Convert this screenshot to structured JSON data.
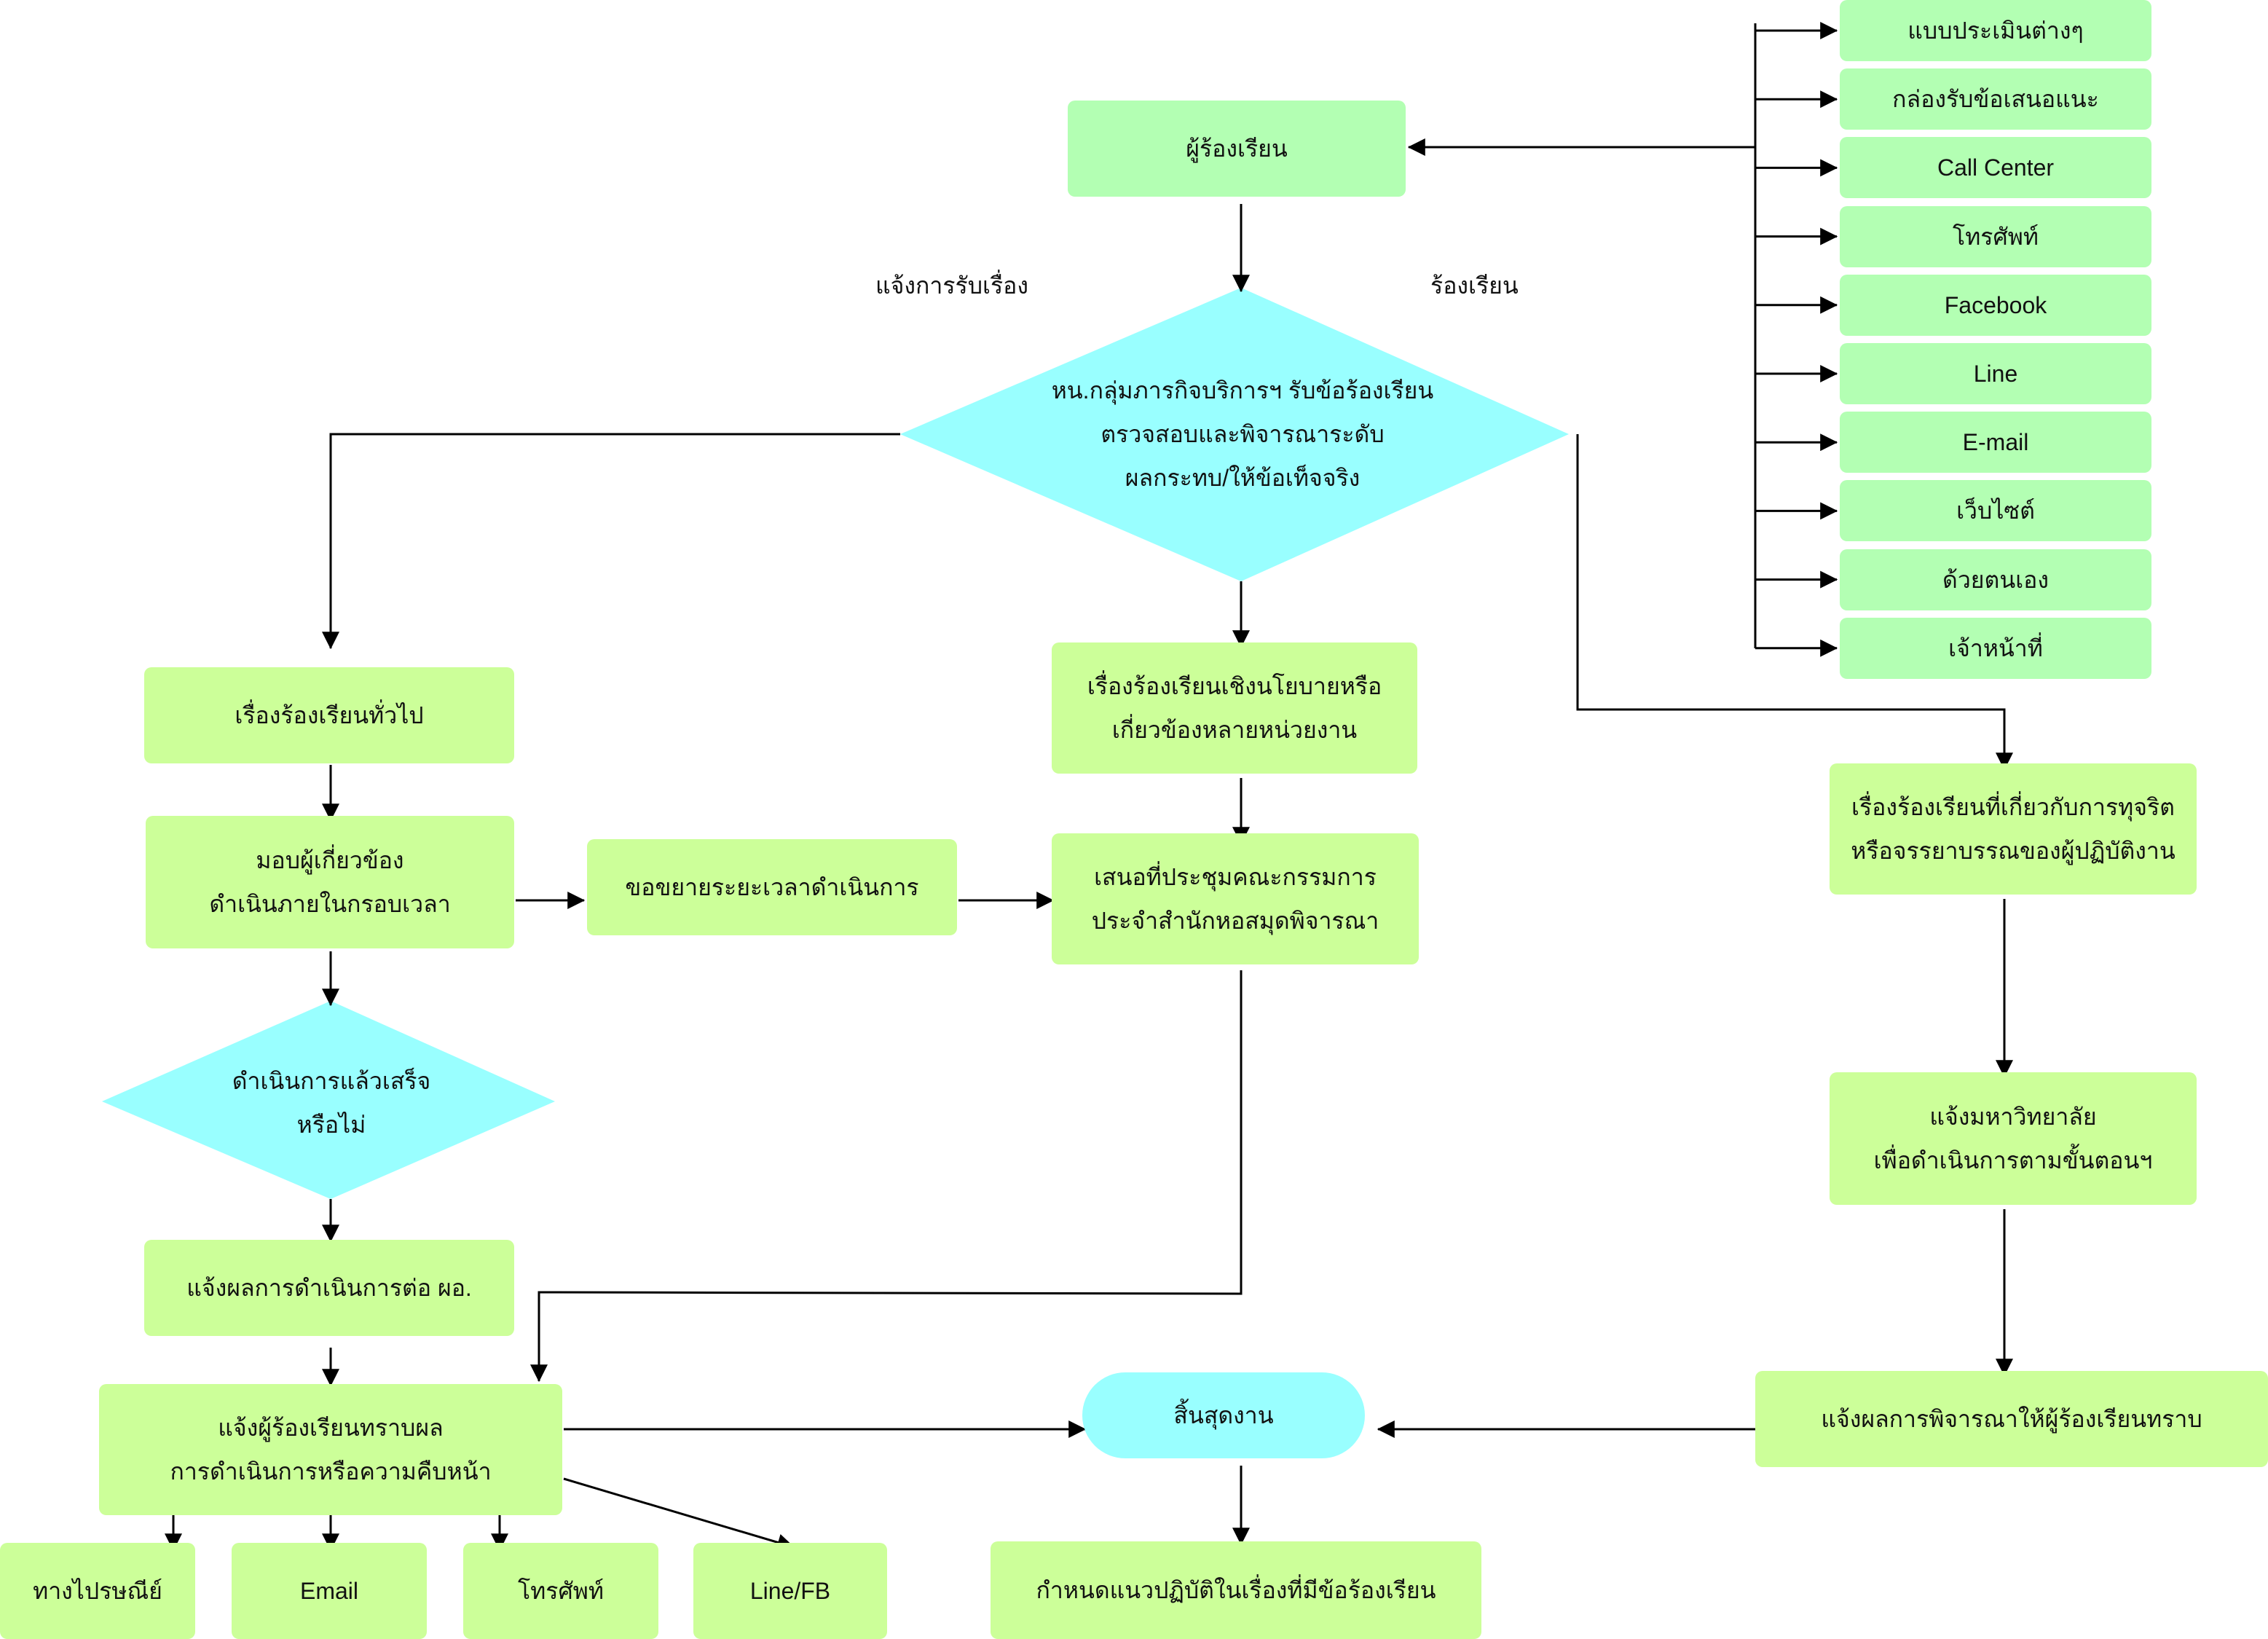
{
  "nodes": {
    "complainant": "ผู้ร้องเรียน",
    "decision_main": "หน.กลุ่มภารกิจบริการฯ รับข้อร้องเรียน\nตรวจสอบและพิจารณาระดับ\nผลกระทบ/ให้ข้อเท็จจริง",
    "general": "เรื่องร้องเรียนทั่วไป",
    "assign": "มอบผู้เกี่ยวข้อง\nดำเนินภายในกรอบเวลา",
    "extend": "ขอขยายระยะเวลาดำเนินการ",
    "decision_done": "ดำเนินการแล้วเสร็จ\nหรือไม่",
    "report_director": "แจ้งผลการดำเนินการต่อ ผอ.",
    "notify_complainant": "แจ้งผู้ร้องเรียนทราบผล\nการดำเนินการหรือความคืบหน้า",
    "policy": "เรื่องร้องเรียนเชิงนโยบายหรือ\nเกี่ยวข้องหลายหน่วยงาน",
    "committee": "เสนอที่ประชุมคณะกรรมการ\nประจำสำนักหอสมุดพิจารณา",
    "end": "สิ้นสุดงาน",
    "guideline": "กำหนดแนวปฏิบัติในเรื่องที่มีข้อร้องเรียน",
    "corruption": "เรื่องร้องเรียนที่เกี่ยวกับการทุจริต\nหรือจรรยาบรรณของผู้ปฏิบัติงาน",
    "notify_university": "แจ้งมหาวิทยาลัย\nเพื่อดำเนินการตามขั้นตอนฯ",
    "notify_result": "แจ้งผลการพิจารณาให้ผู้ร้องเรียนทราบ"
  },
  "labels": {
    "acknowledge": "แจ้งการรับเรื่อง",
    "complain": "ร้องเรียน"
  },
  "channels": [
    "แบบประเมินต่างๆ",
    "กล่องรับข้อเสนอแนะ",
    "Call Center",
    "โทรศัพท์",
    "Facebook",
    "Line",
    "E-mail",
    "เว็บไซต์",
    "ด้วยตนเอง",
    "เจ้าหน้าที่"
  ],
  "reply_channels": [
    "ทางไปรษณีย์",
    "Email",
    "โทรศัพท์",
    "Line/FB"
  ],
  "colors": {
    "box_lime": "#CCFF99",
    "box_mint": "#B3FFB3",
    "decision": "#99FFFF",
    "line": "#000000"
  }
}
